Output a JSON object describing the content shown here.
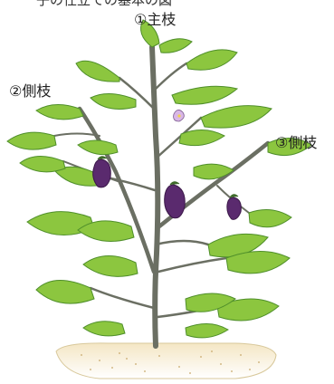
{
  "title": "子の仕立ての基本の図",
  "labels": {
    "main_stem": "①主枝",
    "side_branch_2": "②側枝",
    "side_branch_3": "③側枝"
  },
  "colors": {
    "leaf": "#7fbf3f",
    "leaf_dark": "#4f8f2a",
    "stem": "#6b6f63",
    "fruit": "#5a2a6e",
    "flower": "#d9b7e6",
    "soil": "#f1dfb8"
  }
}
